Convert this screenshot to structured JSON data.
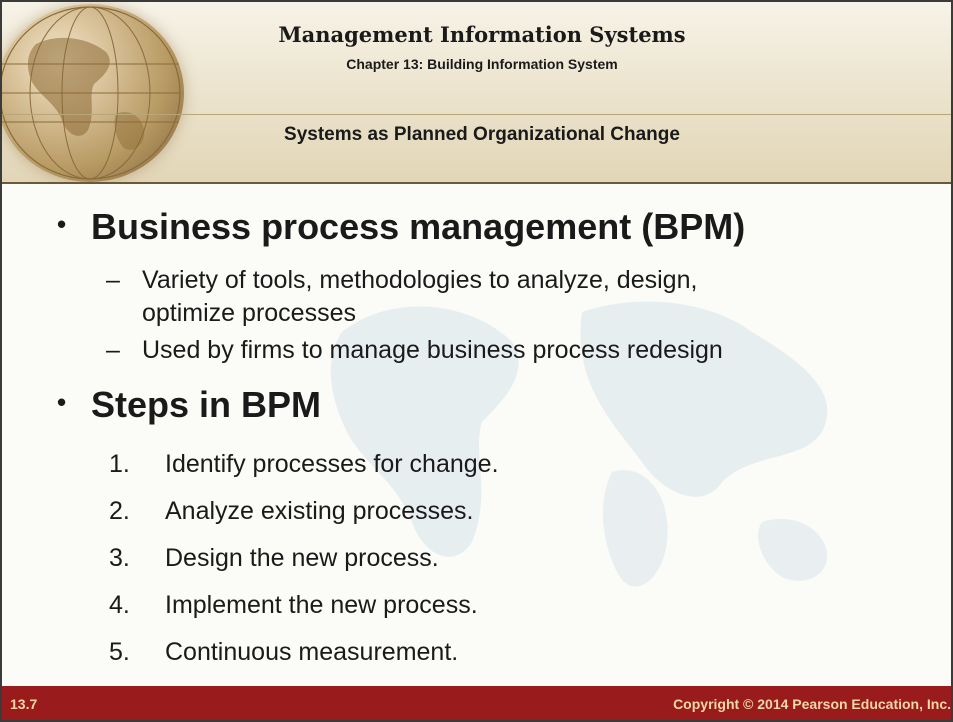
{
  "header": {
    "title": "Management Information Systems",
    "chapter": "Chapter 13: Building Information System",
    "section": "Systems as Planned Organizational Change"
  },
  "content": {
    "bullets": [
      {
        "text": "Business process management (BPM)",
        "subitems": [
          {
            "line1": "Variety of tools, methodologies to analyze, design,",
            "line2": "optimize processes"
          },
          {
            "line1": "Used by firms to manage business process redesign"
          }
        ]
      },
      {
        "text": "Steps in BPM",
        "steps": [
          {
            "num": "1.",
            "text": "Identify processes for change."
          },
          {
            "num": "2.",
            "text": "Analyze existing processes."
          },
          {
            "num": "3.",
            "text": "Design the new process."
          },
          {
            "num": "4.",
            "text": "Implement the new process."
          },
          {
            "num": "5.",
            "text": "Continuous measurement."
          }
        ]
      }
    ]
  },
  "footer": {
    "slide_number": "13.7",
    "copyright": "Copyright © 2014 Pearson Education, Inc."
  },
  "symbols": {
    "bullet": "•",
    "dash": "–"
  },
  "colors": {
    "footer_bg": "#9a1b1b",
    "footer_text": "#f2d7a8",
    "header_bg": "#ede5d0"
  }
}
